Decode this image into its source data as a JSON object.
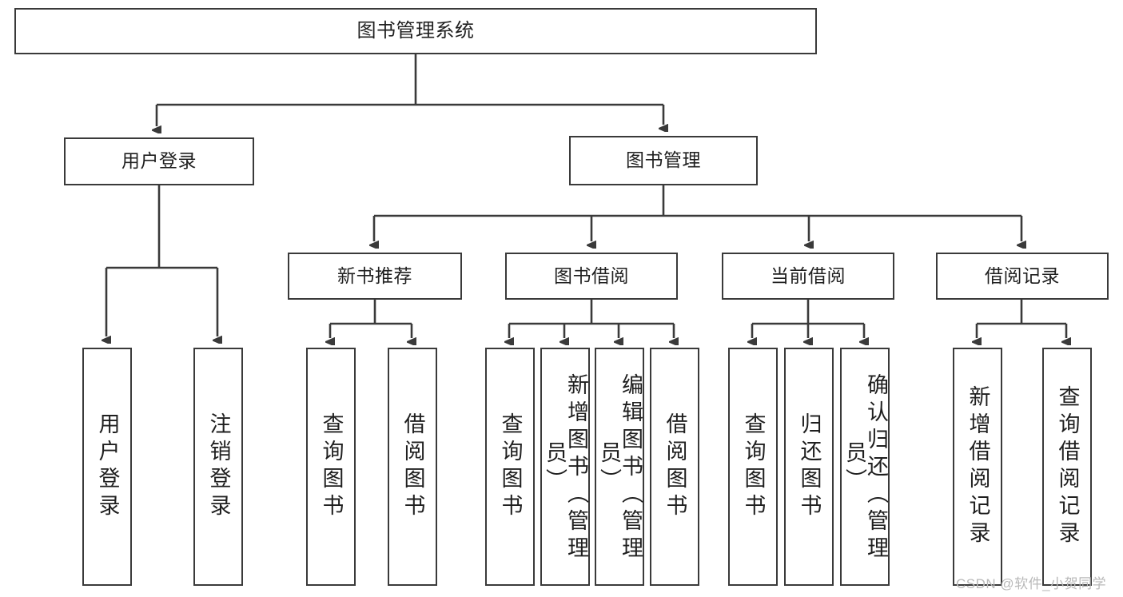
{
  "diagram": {
    "type": "tree-hierarchy-flowchart",
    "title": "图书管理系统",
    "background_color": "#ffffff",
    "line_color": "#3a3a3a",
    "box_border_color": "#3a3a3a",
    "text_color": "#1f1f1f",
    "nodes": {
      "root": {
        "label": "图书管理系统",
        "level": 0
      },
      "user_login": {
        "label": "用户登录",
        "level": 1
      },
      "book_manage": {
        "label": "图书管理",
        "level": 1
      },
      "new_book_rec": {
        "label": "新书推荐",
        "level": 2
      },
      "book_borrow": {
        "label": "图书借阅",
        "level": 2
      },
      "current_borrow": {
        "label": "当前借阅",
        "level": 2
      },
      "borrow_record": {
        "label": "借阅记录",
        "level": 2
      },
      "leaf_user_login": {
        "label": "用户登录",
        "level": 3
      },
      "leaf_logout": {
        "label": "注销登录",
        "level": 3
      },
      "leaf_query_book_a": {
        "label": "查询图书",
        "level": 3
      },
      "leaf_borrow_book_a": {
        "label": "借阅图书",
        "level": 3
      },
      "leaf_query_book_b": {
        "label": "查询图书",
        "level": 3
      },
      "leaf_add_book": {
        "label": "新增图书（管理员）",
        "level": 3
      },
      "leaf_edit_book": {
        "label": "编辑图书（管理员）",
        "level": 3
      },
      "leaf_borrow_book_b": {
        "label": "借阅图书",
        "level": 3
      },
      "leaf_query_book_c": {
        "label": "查询图书",
        "level": 3
      },
      "leaf_return_book": {
        "label": "归还图书",
        "level": 3
      },
      "leaf_confirm_return": {
        "label": "确认归还（管理员）",
        "level": 3
      },
      "leaf_add_record": {
        "label": "新增借阅记录",
        "level": 3
      },
      "leaf_query_record": {
        "label": "查询借阅记录",
        "level": 3
      }
    },
    "edges": [
      {
        "from": "root",
        "to": "user_login"
      },
      {
        "from": "root",
        "to": "book_manage"
      },
      {
        "from": "user_login",
        "to": "leaf_user_login"
      },
      {
        "from": "user_login",
        "to": "leaf_logout"
      },
      {
        "from": "book_manage",
        "to": "new_book_rec"
      },
      {
        "from": "book_manage",
        "to": "book_borrow"
      },
      {
        "from": "book_manage",
        "to": "current_borrow"
      },
      {
        "from": "book_manage",
        "to": "borrow_record"
      },
      {
        "from": "new_book_rec",
        "to": "leaf_query_book_a"
      },
      {
        "from": "new_book_rec",
        "to": "leaf_borrow_book_a"
      },
      {
        "from": "book_borrow",
        "to": "leaf_query_book_b"
      },
      {
        "from": "book_borrow",
        "to": "leaf_add_book"
      },
      {
        "from": "book_borrow",
        "to": "leaf_edit_book"
      },
      {
        "from": "book_borrow",
        "to": "leaf_borrow_book_b"
      },
      {
        "from": "current_borrow",
        "to": "leaf_query_book_c"
      },
      {
        "from": "current_borrow",
        "to": "leaf_return_book"
      },
      {
        "from": "current_borrow",
        "to": "leaf_confirm_return"
      },
      {
        "from": "borrow_record",
        "to": "leaf_add_record"
      },
      {
        "from": "borrow_record",
        "to": "leaf_query_record"
      }
    ]
  },
  "watermark": {
    "text": "CSDN @软件_小贺同学",
    "color": "#b9b9b9"
  }
}
